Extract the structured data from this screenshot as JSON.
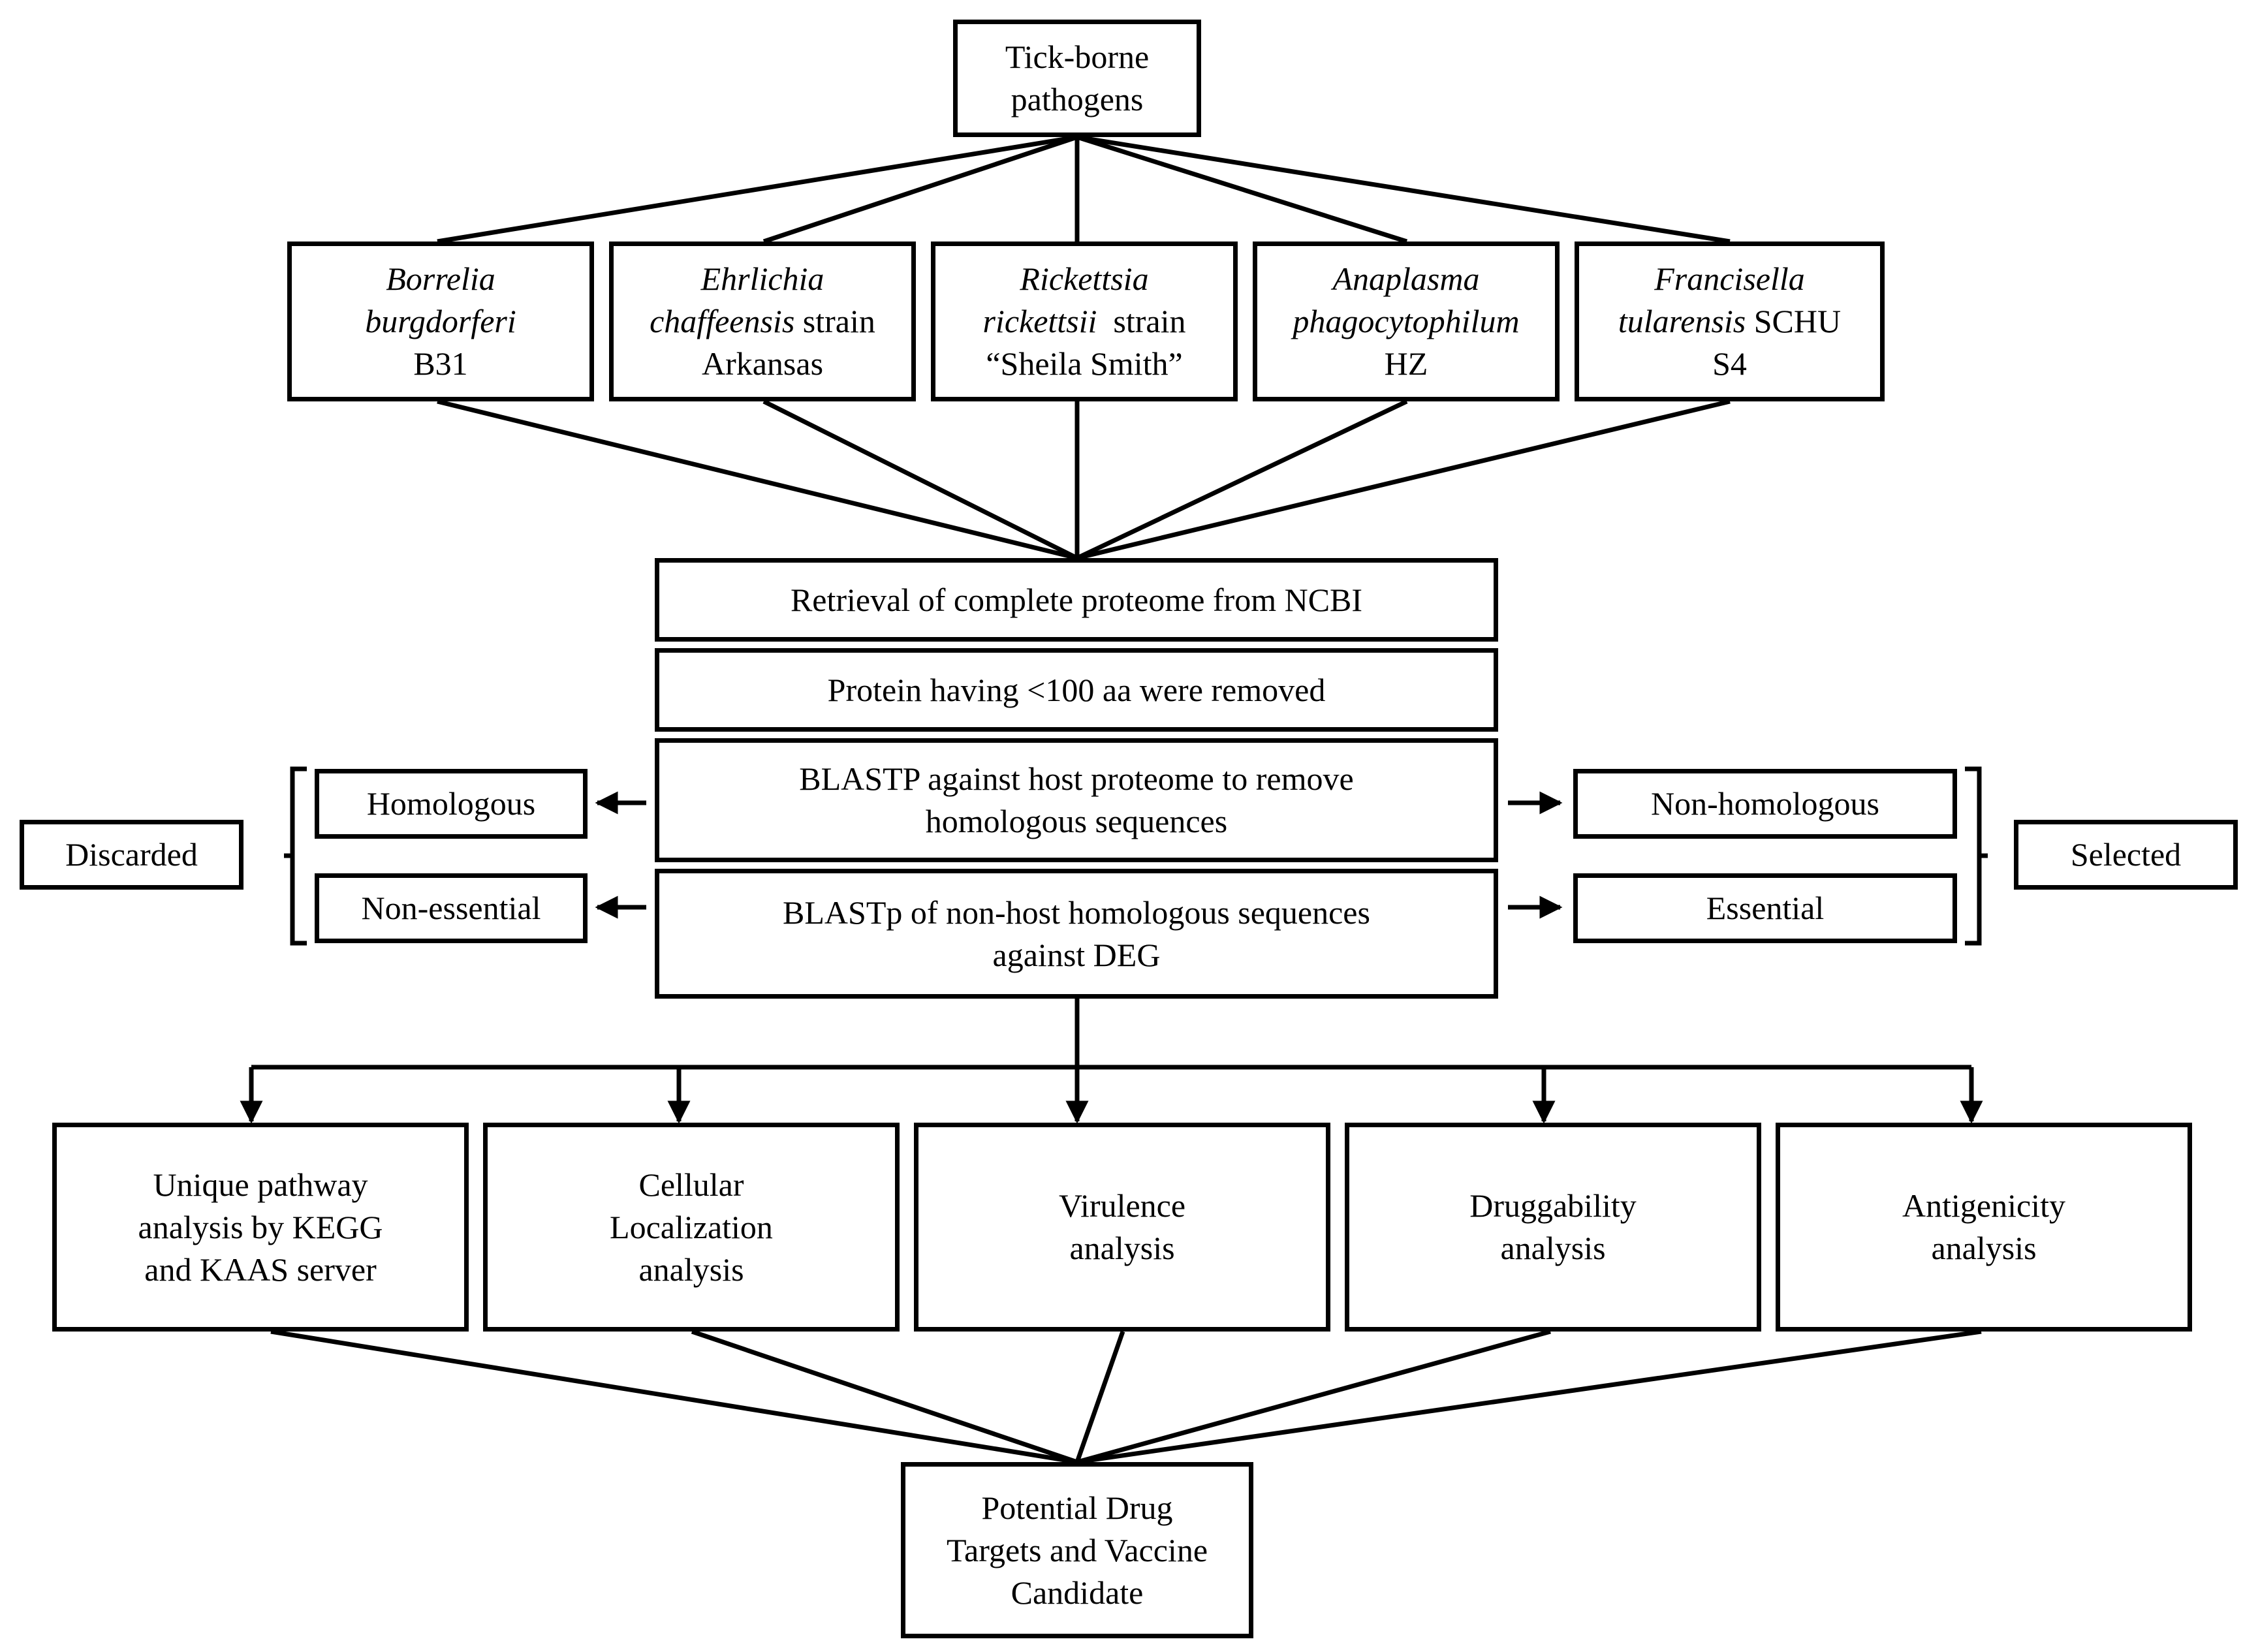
{
  "root": {
    "lines": [
      "Tick-borne",
      "pathogens"
    ]
  },
  "pathogens": [
    {
      "lines": [
        [
          {
            "t": "Borrelia",
            "i": true
          }
        ],
        [
          {
            "t": "burgdorferi",
            "i": true
          }
        ],
        [
          {
            "t": "B31"
          }
        ]
      ]
    },
    {
      "lines": [
        [
          {
            "t": "Ehrlichia",
            "i": true
          }
        ],
        [
          {
            "t": "chaffeensis",
            "i": true
          },
          {
            "t": " strain"
          }
        ],
        [
          {
            "t": "Arkansas"
          }
        ]
      ]
    },
    {
      "lines": [
        [
          {
            "t": "Rickettsia",
            "i": true
          }
        ],
        [
          {
            "t": "rickettsii",
            "i": true
          },
          {
            "t": "  strain"
          }
        ],
        [
          {
            "t": "“Sheila Smith”"
          }
        ]
      ]
    },
    {
      "lines": [
        [
          {
            "t": "Anaplasma",
            "i": true
          }
        ],
        [
          {
            "t": "phagocytophilum",
            "i": true
          }
        ],
        [
          {
            "t": "HZ"
          }
        ]
      ]
    },
    {
      "lines": [
        [
          {
            "t": "Francisella",
            "i": true
          }
        ],
        [
          {
            "t": "tularensis",
            "i": true
          },
          {
            "t": " SCHU"
          }
        ],
        [
          {
            "t": "S4"
          }
        ]
      ]
    }
  ],
  "steps": [
    {
      "lines": [
        "Retrieval of complete proteome from NCBI"
      ]
    },
    {
      "lines": [
        "Protein having <100 aa were removed"
      ]
    },
    {
      "lines": [
        "BLASTP against host proteome to remove",
        "homologous sequences"
      ]
    },
    {
      "lines": [
        "BLASTp of non-host homologous sequences",
        "against DEG"
      ]
    }
  ],
  "discard": {
    "label": "Discarded",
    "items": [
      {
        "lines": [
          "Homologous"
        ]
      },
      {
        "lines": [
          "Non-essential"
        ]
      }
    ]
  },
  "select": {
    "label": "Selected",
    "items": [
      {
        "lines": [
          "Non-homologous"
        ]
      },
      {
        "lines": [
          "Essential"
        ]
      }
    ]
  },
  "analyses": [
    {
      "lines": [
        "Unique pathway",
        "analysis by KEGG",
        "and KAAS server"
      ]
    },
    {
      "lines": [
        "Cellular",
        "Localization",
        "analysis"
      ]
    },
    {
      "lines": [
        "Virulence",
        "analysis"
      ]
    },
    {
      "lines": [
        "Druggability",
        "analysis"
      ]
    },
    {
      "lines": [
        "Antigenicity",
        "analysis"
      ]
    }
  ],
  "result": {
    "lines": [
      "Potential Drug",
      "Targets and Vaccine",
      "Candidate"
    ]
  }
}
